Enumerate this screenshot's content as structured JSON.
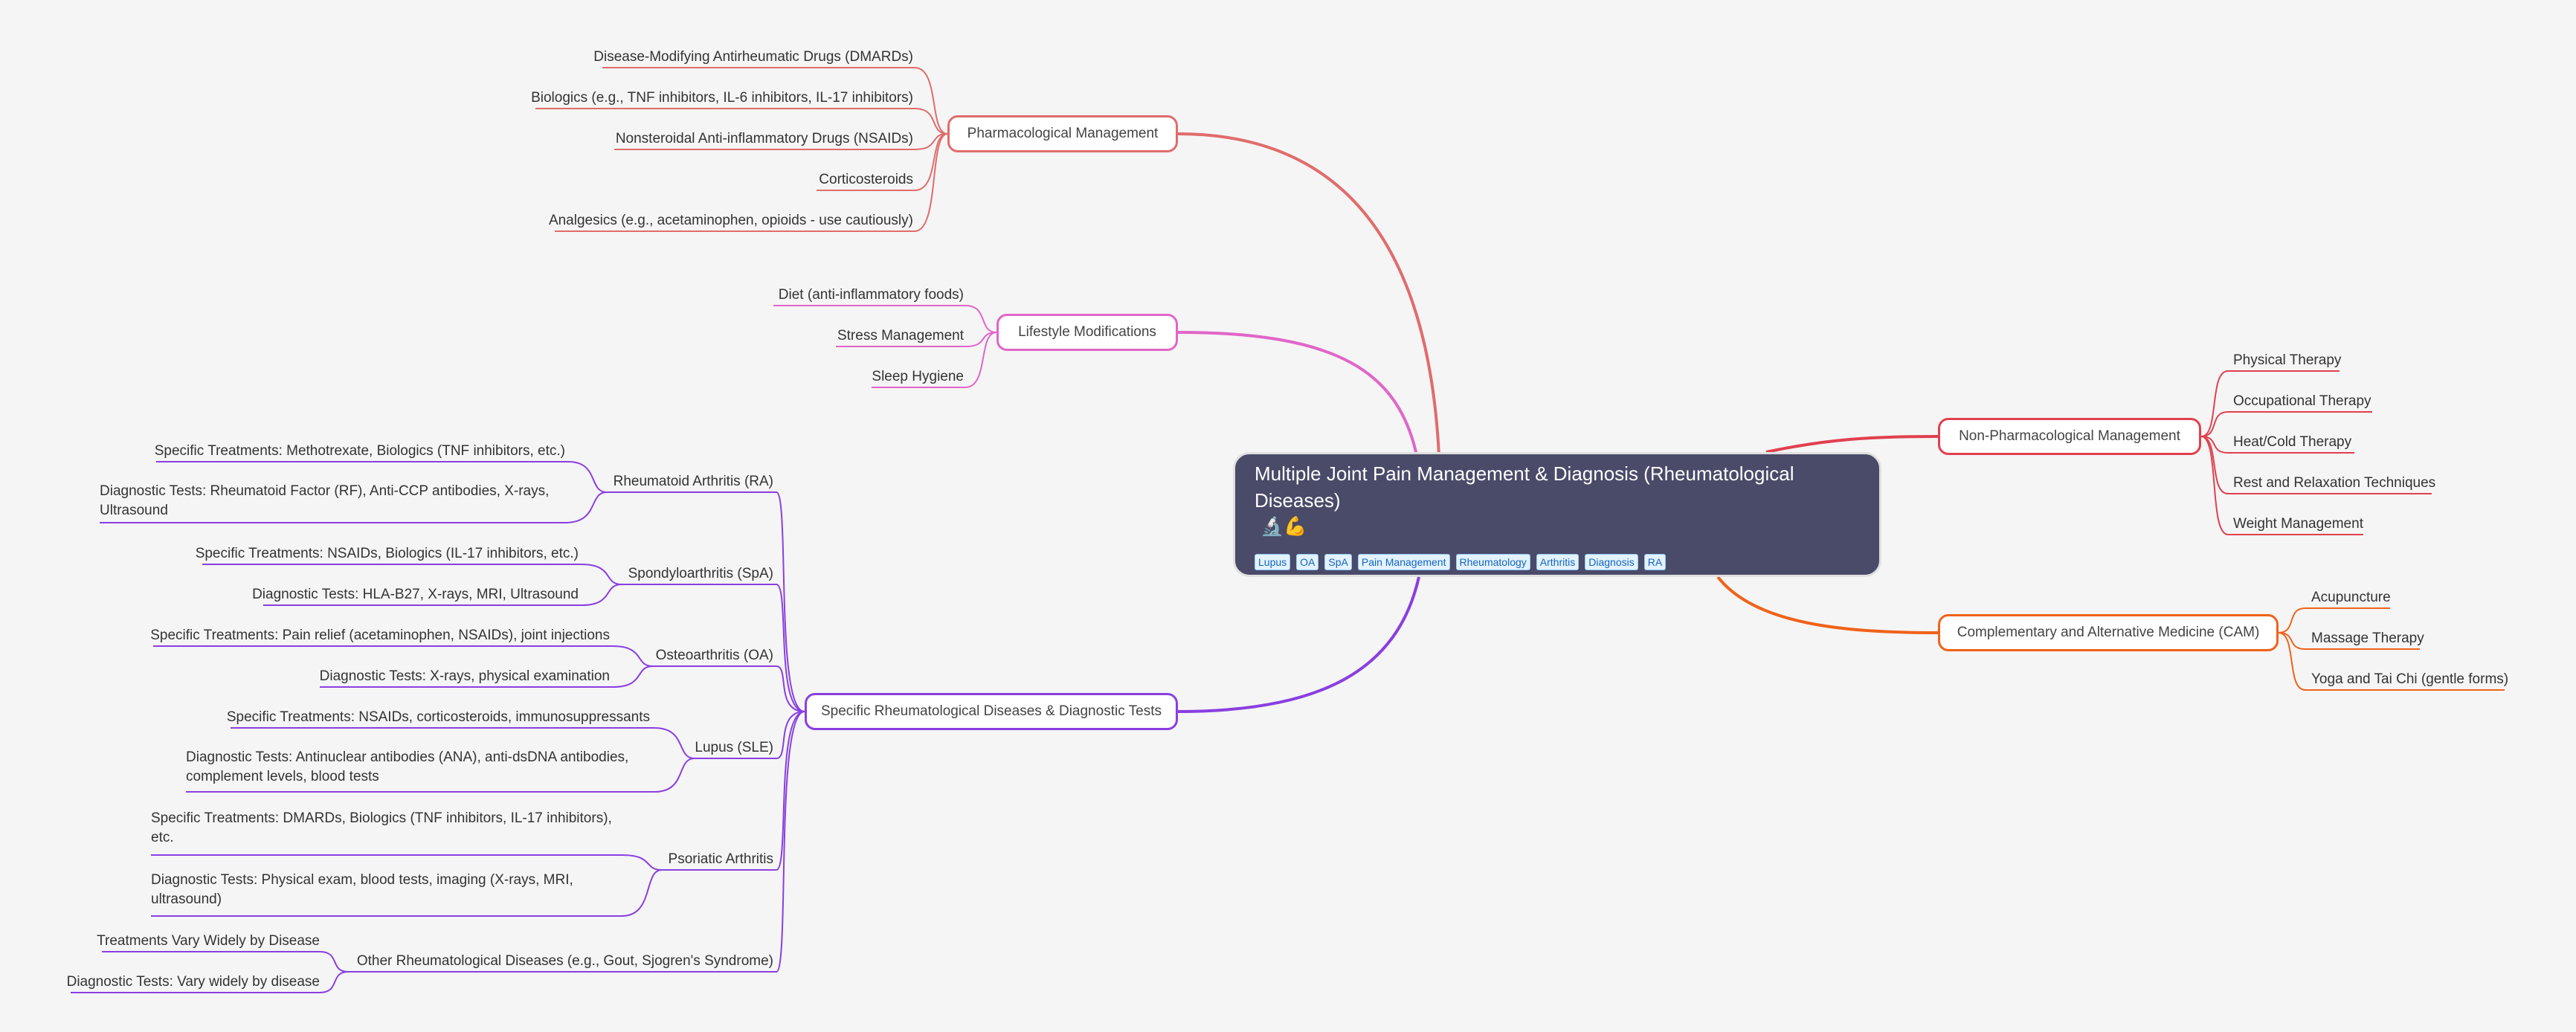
{
  "root": {
    "title": "Multiple Joint Pain Management & Diagnosis (Rheumatological Diseases)",
    "emojis": "🔬💪",
    "tags": [
      "Lupus",
      "OA",
      "SpA",
      "Pain Management",
      "Rheumatology",
      "Arthritis",
      "Diagnosis",
      "RA"
    ]
  },
  "colors": {
    "pharma": "#e06c6c",
    "lifestyle": "#e066c8",
    "specific": "#8a3fe0",
    "nonpharma": "#e0404f",
    "cam": "#f0621a",
    "root_bg": "#4a4a69"
  },
  "pharma": {
    "label": "Pharmacological Management",
    "items": [
      "Disease-Modifying Antirheumatic Drugs (DMARDs)",
      "Biologics (e.g., TNF inhibitors, IL-6 inhibitors, IL-17 inhibitors)",
      "Nonsteroidal Anti-inflammatory Drugs (NSAIDs)",
      "Corticosteroids",
      "Analgesics (e.g., acetaminophen, opioids - use cautiously)"
    ]
  },
  "lifestyle": {
    "label": "Lifestyle Modifications",
    "items": [
      "Diet (anti-inflammatory foods)",
      "Stress Management",
      "Sleep Hygiene"
    ]
  },
  "specific": {
    "label": "Specific Rheumatological Diseases & Diagnostic Tests",
    "diseases": [
      {
        "label": "Rheumatoid Arthritis (RA)",
        "items": [
          "Specific Treatments: Methotrexate, Biologics (TNF inhibitors, etc.)",
          "Diagnostic Tests:  Rheumatoid Factor (RF), Anti-CCP antibodies, X-rays, Ultrasound"
        ]
      },
      {
        "label": "Spondyloarthritis (SpA)",
        "items": [
          "Specific Treatments: NSAIDs, Biologics (IL-17 inhibitors, etc.)",
          "Diagnostic Tests: HLA-B27, X-rays, MRI, Ultrasound"
        ]
      },
      {
        "label": "Osteoarthritis (OA)",
        "items": [
          "Specific Treatments: Pain relief (acetaminophen, NSAIDs), joint injections",
          "Diagnostic Tests: X-rays, physical examination"
        ]
      },
      {
        "label": "Lupus (SLE)",
        "items": [
          "Specific Treatments: NSAIDs, corticosteroids, immunosuppressants",
          "Diagnostic Tests: Antinuclear antibodies (ANA), anti-dsDNA antibodies, complement levels, blood tests"
        ]
      },
      {
        "label": "Psoriatic Arthritis",
        "items": [
          "Specific Treatments: DMARDs, Biologics (TNF inhibitors, IL-17 inhibitors), etc.",
          "Diagnostic Tests: Physical exam, blood tests, imaging (X-rays, MRI, ultrasound)"
        ]
      },
      {
        "label": "Other Rheumatological Diseases (e.g., Gout, Sjogren's Syndrome)",
        "items": [
          "Treatments Vary Widely by Disease",
          "Diagnostic Tests: Vary widely by disease"
        ]
      }
    ]
  },
  "nonpharma": {
    "label": "Non-Pharmacological Management",
    "items": [
      "Physical Therapy",
      "Occupational Therapy",
      "Heat/Cold Therapy",
      "Rest and Relaxation Techniques",
      "Weight Management"
    ]
  },
  "cam": {
    "label": "Complementary and Alternative Medicine (CAM)",
    "items": [
      "Acupuncture",
      "Massage Therapy",
      "Yoga and Tai Chi (gentle forms)"
    ]
  }
}
